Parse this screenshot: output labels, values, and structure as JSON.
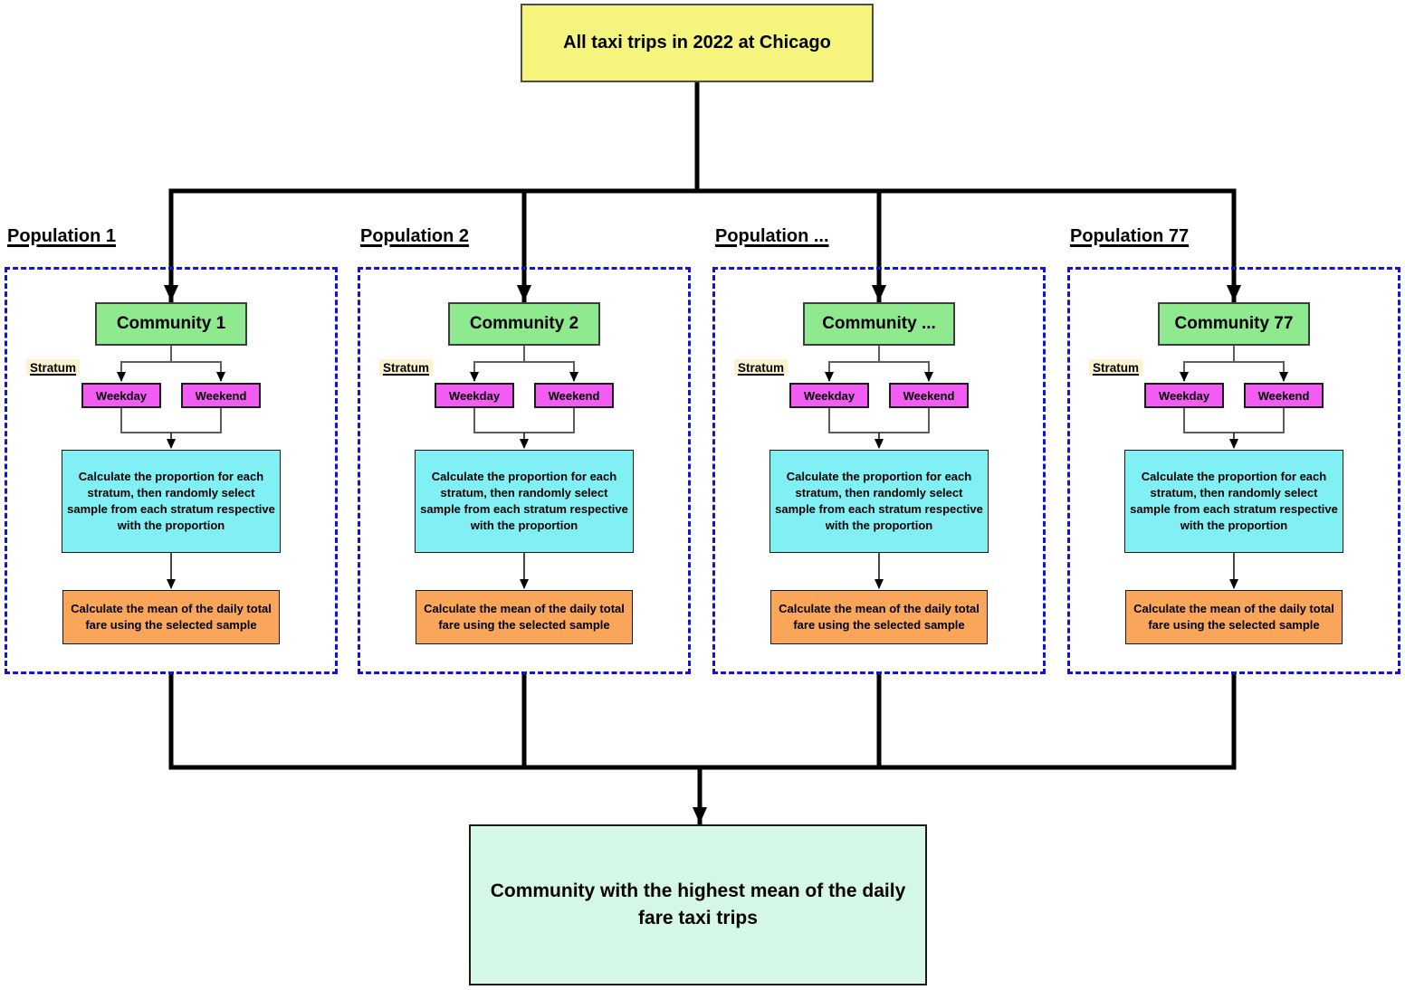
{
  "root_box": {
    "label": "All taxi trips in 2022 at Chicago"
  },
  "columns": [
    {
      "title": "Population 1",
      "community": "Community 1",
      "stratum_label": "Stratum",
      "strata": [
        "Weekday",
        "Weekend"
      ],
      "step_proportion": "Calculate the proportion for each stratum, then randomly select sample from each stratum respective with the proportion",
      "step_mean": "Calculate the mean of the daily total fare using the selected sample"
    },
    {
      "title": "Population 2",
      "community": "Community 2",
      "stratum_label": "Stratum",
      "strata": [
        "Weekday",
        "Weekend"
      ],
      "step_proportion": "Calculate the proportion for each stratum, then randomly select sample from each stratum respective with the proportion",
      "step_mean": "Calculate the mean of the daily total fare using the selected sample"
    },
    {
      "title": "Population ...",
      "community": "Community ...",
      "stratum_label": "Stratum",
      "strata": [
        "Weekday",
        "Weekend"
      ],
      "step_proportion": "Calculate the proportion for each stratum, then randomly select sample from each stratum respective with the proportion",
      "step_mean": "Calculate the mean of the daily total fare using the selected sample"
    },
    {
      "title": "Population 77",
      "community": "Community 77",
      "stratum_label": "Stratum",
      "strata": [
        "Weekday",
        "Weekend"
      ],
      "step_proportion": "Calculate the proportion for each stratum, then randomly select sample from each stratum respective with the proportion",
      "step_mean": "Calculate the mean of the daily total fare using the selected sample"
    }
  ],
  "result_box": {
    "label": "Community with the highest mean of the daily fare taxi trips"
  },
  "colors": {
    "root_fill": "#F5F57D",
    "community_fill": "#8FE98F",
    "stratum_box_fill": "#F25CF2",
    "stratum_label_bg": "#FCF2CE",
    "proportion_fill": "#80F0F4",
    "mean_fill": "#F9A65A",
    "result_fill": "#D5F8E6",
    "dashed_border": "#1212DD",
    "connector_gray": "#5C5C5C",
    "connector_black": "#000000"
  }
}
